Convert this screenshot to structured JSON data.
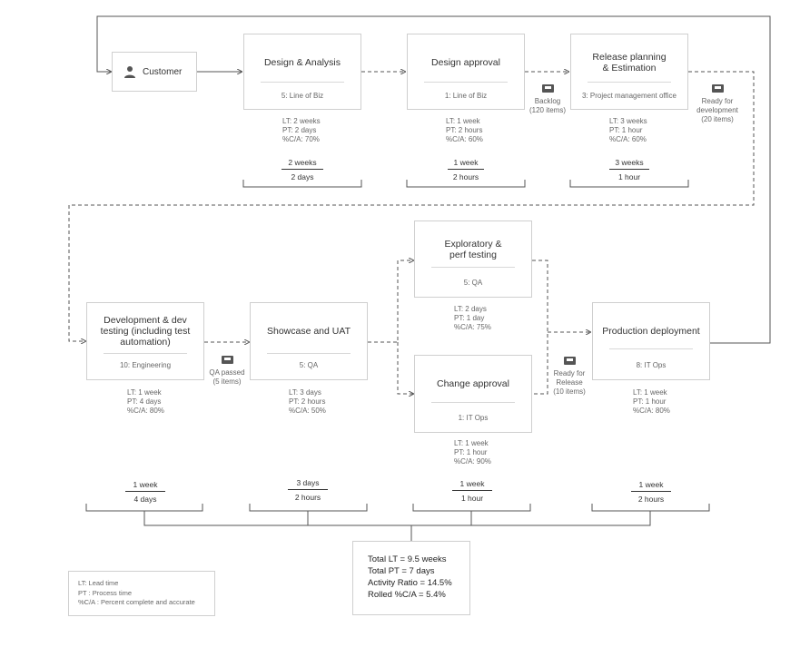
{
  "steps": {
    "customer": {
      "title": "Customer",
      "icon": "person-icon"
    },
    "design_analysis": {
      "title": "Design & Analysis",
      "owner": "5: Line of Biz",
      "lt": "LT: 2 weeks",
      "pt": "PT: 2 days",
      "ca": "%C/A: 70%",
      "frac_top": "2 weeks",
      "frac_bottom": "2 days"
    },
    "design_approval": {
      "title": "Design approval",
      "owner": "1: Line of Biz",
      "lt": "LT: 1 week",
      "pt": "PT: 2 hours",
      "ca": "%C/A: 60%",
      "frac_top": "1 week",
      "frac_bottom": "2 hours"
    },
    "release_planning": {
      "title_line1": "Release planning",
      "title_line2": "& Estimation",
      "owner": "3: Project management office",
      "lt": "LT: 3 weeks",
      "pt": "PT: 1 hour",
      "ca": "%C/A: 60%",
      "frac_top": "3 weeks",
      "frac_bottom": "1 hour"
    },
    "development": {
      "title_line1": "Development & dev",
      "title_line2": "testing (including test",
      "title_line3": "automation)",
      "owner": "10: Engineering",
      "lt": "LT: 1 week",
      "pt": "PT: 4 days",
      "ca": "%C/A: 80%",
      "frac_top": "1 week",
      "frac_bottom": "4 days"
    },
    "showcase": {
      "title": "Showcase and UAT",
      "owner": "5: QA",
      "lt": "LT: 3 days",
      "pt": "PT: 2 hours",
      "ca": "%C/A: 50%",
      "frac_top": "3 days",
      "frac_bottom": "2 hours"
    },
    "exploratory": {
      "title_line1": "Exploratory &",
      "title_line2": "perf testing",
      "owner": "5: QA",
      "lt": "LT: 2 days",
      "pt": "PT: 1 day",
      "ca": "%C/A: 75%"
    },
    "change_approval": {
      "title": "Change approval",
      "owner": "1: IT Ops",
      "lt": "LT: 1 week",
      "pt": "PT: 1 hour",
      "ca": "%C/A: 90%",
      "frac_top": "1 week",
      "frac_bottom": "1 hour"
    },
    "production": {
      "title": "Production deployment",
      "owner": "8: IT Ops",
      "lt": "LT: 1 week",
      "pt": "PT: 1 hour",
      "ca": "%C/A: 80%",
      "frac_top": "1 week",
      "frac_bottom": "2 hours"
    }
  },
  "queues": {
    "backlog": {
      "line1": "Backlog",
      "line2": "(120 items)"
    },
    "ready_dev": {
      "line1": "Ready for",
      "line2": "development",
      "line3": "(20 items)"
    },
    "qa_passed": {
      "line1": "QA passed",
      "line2": "(5 items)"
    },
    "ready_release": {
      "line1": "Ready for",
      "line2": "Release",
      "line3": "(10 items)"
    }
  },
  "totals": {
    "lt": "Total LT = 9.5 weeks",
    "pt": "Total PT = 7 days",
    "ratio": "Activity Ratio = 14.5%",
    "rolled": "Rolled %C/A = 5.4%"
  },
  "legend": {
    "lt": "LT: Lead time",
    "pt": "PT : Process time",
    "ca": "%C/A : Percent complete and accurate"
  },
  "colors": {
    "line": "#555555",
    "border": "#cfcfcf",
    "text": "#333333",
    "muted": "#666666"
  }
}
